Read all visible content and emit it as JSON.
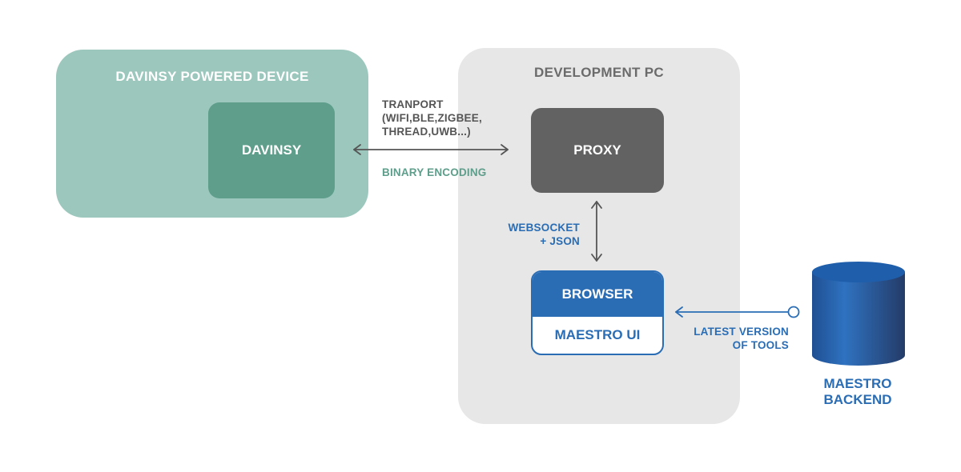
{
  "device": {
    "title": "DAVINSY POWERED DEVICE",
    "inner": "DAVINSY"
  },
  "pc": {
    "title": "DEVELOPMENT PC",
    "proxy": "PROXY",
    "browser_header": "BROWSER",
    "browser_body": "MAESTRO UI"
  },
  "connections": {
    "transport_lines": [
      "TRANPORT",
      "(WIFI,BLE,ZIGBEE,",
      "THREAD,UWB...)"
    ],
    "encoding": "BINARY ENCODING",
    "websocket_lines": [
      "WEBSOCKET",
      "+ JSON"
    ],
    "latest_lines": [
      "LATEST VERSION",
      "OF TOOLS"
    ]
  },
  "backend": {
    "label_lines": [
      "MAESTRO",
      "BACKEND"
    ],
    "icon": "database-cylinder-icon"
  },
  "colors": {
    "teal_light": "#9cc7bc",
    "teal_dark": "#5e9e8b",
    "grey_panel": "#e7e7e7",
    "grey_box": "#626262",
    "blue": "#2a6db5"
  }
}
